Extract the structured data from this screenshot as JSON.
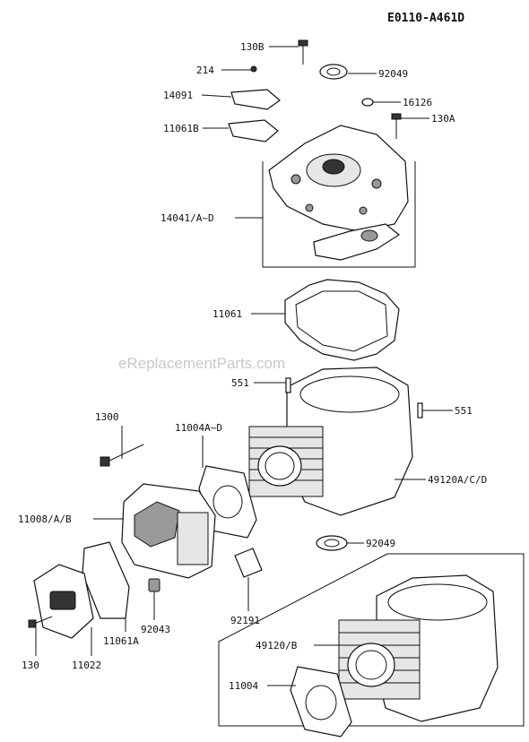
{
  "diagram_code": "E0110-A461D",
  "watermark": "eReplacementParts.com",
  "labels": {
    "p130b": "130B",
    "p214": "214",
    "p92049_top": "92049",
    "p14091": "14091",
    "p16126": "16126",
    "p11061b": "11061B",
    "p130a": "130A",
    "p14041": "14041/A~D",
    "p11061": "11061",
    "p551_left": "551",
    "p551_right": "551",
    "p1300": "1300",
    "p11004ad": "11004A~D",
    "p49120acd": "49120A/C/D",
    "p11008": "11008/A/B",
    "p92049_bot": "92049",
    "p92191": "92191",
    "p92043": "92043",
    "p11061a": "11061A",
    "p49120b": "49120/B",
    "p130": "130",
    "p11022": "11022",
    "p11004": "11004"
  }
}
